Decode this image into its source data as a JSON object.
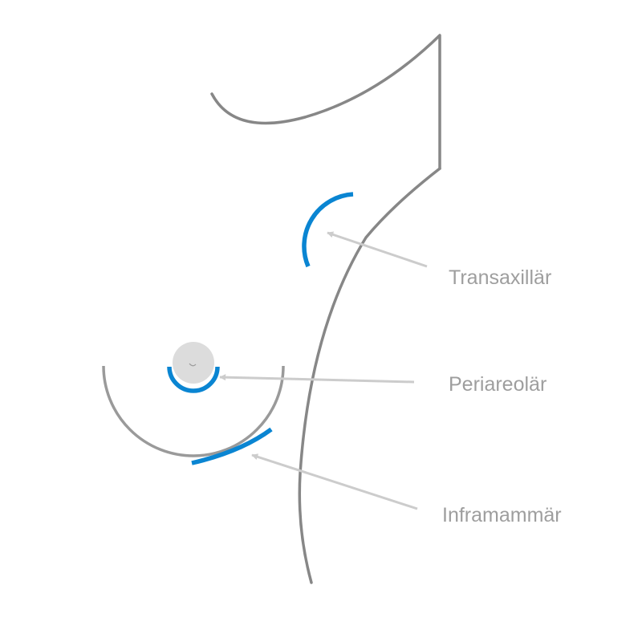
{
  "labels": {
    "transaxillar": "Transaxillär",
    "periareolar": "Periareolär",
    "inframammar": "Inframammär"
  },
  "colors": {
    "outline": "#878787",
    "incision": "#0a85d2",
    "pointer": "#cccccc",
    "label": "#9e9e9e",
    "nipple": "#dcdcdc"
  }
}
